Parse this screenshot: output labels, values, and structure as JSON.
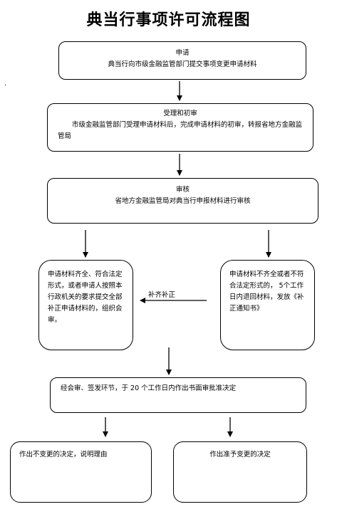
{
  "title": "典当行事项许可流程图",
  "stray_mark": ".",
  "nodes": {
    "apply": {
      "head": "申请",
      "body": "典当行向市级金融监管部门提交事项变更申请材料"
    },
    "accept": {
      "head": "受理和初审",
      "body": "市级金融监管部门受理申请材料后，完成申请材料的初审，转报省地方金融监管局"
    },
    "review": {
      "head": "审核",
      "body": "省地方金融监管局对典当行申报材料进行审核"
    },
    "complete": {
      "body": "申请材料齐全、符合法定形式，或者申请人按照本行政机关的要求提交全部补正申请材料的，组织会审。"
    },
    "incomplete": {
      "body": "申请材料不齐全或者不符合法定形式的， 5个工作日内退回材料，发放《补正通知书》"
    },
    "decision": {
      "body": "经会审、签发环节，于 20 个工作日内作出书面审批准决定"
    },
    "reject": {
      "body": "作出不变更的决定，说明理由"
    },
    "approve": {
      "body": "作出准予变更的决定"
    }
  },
  "edges": {
    "supplement_label": "补齐补正"
  }
}
